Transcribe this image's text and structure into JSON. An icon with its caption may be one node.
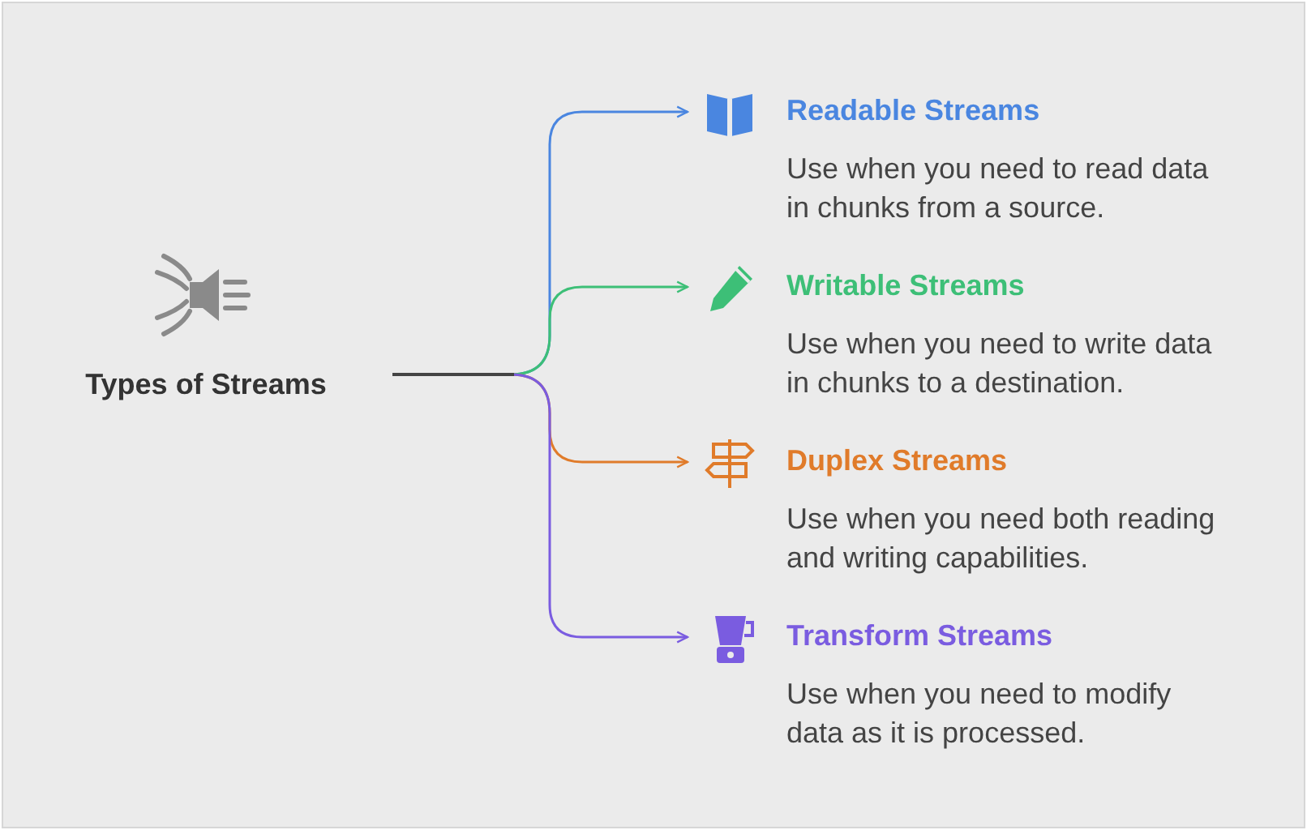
{
  "diagram": {
    "nodes": [
      {
        "text": [
          "Types of Streams"
        ]
      },
      {
        "text": [
          "Readable Streams",
          "Use when you need to read data in chunks from a source."
        ]
      },
      {
        "text": [
          "Writable Streams",
          "Use when you need to write data in chunks to a destination."
        ]
      },
      {
        "text": [
          "Duplex Streams",
          "Use when you need both reading and writing capabilities."
        ]
      },
      {
        "text": [
          "Transform Streams",
          "Use when you need to modify data as it is processed."
        ]
      }
    ],
    "edges": [
      {
        "from": 0,
        "to": 1,
        "arrow": "to",
        "color": "#4a86e0"
      },
      {
        "from": 0,
        "to": 2,
        "arrow": "to",
        "color": "#3dbf77"
      },
      {
        "from": 0,
        "to": 3,
        "arrow": "to",
        "color": "#e07b2a"
      },
      {
        "from": 0,
        "to": 4,
        "arrow": "to",
        "color": "#7a5ce0"
      }
    ]
  }
}
